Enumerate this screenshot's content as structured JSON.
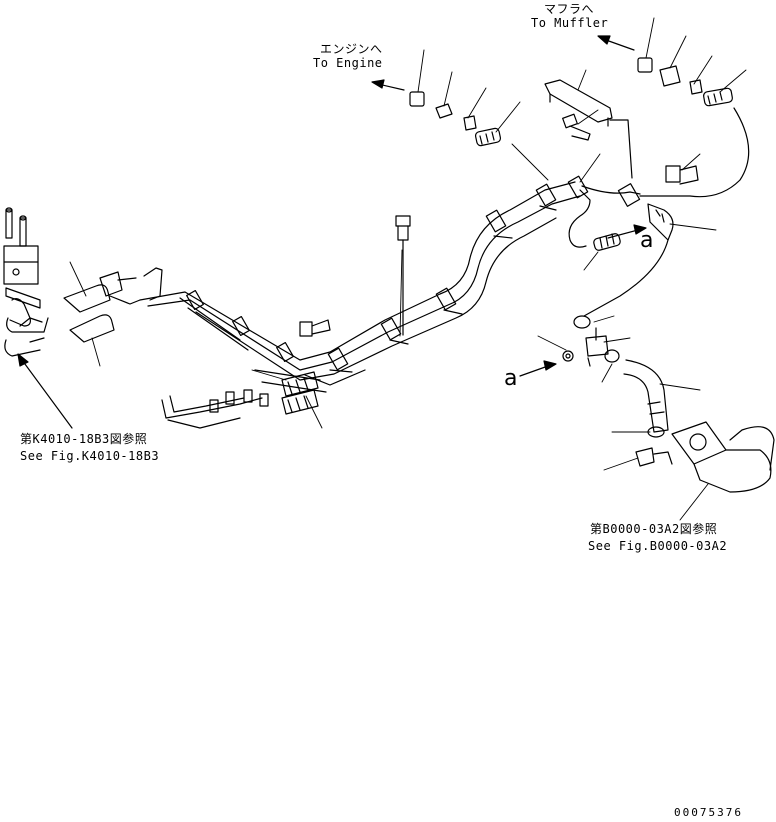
{
  "callouts": {
    "muffler_jp": "マフラへ",
    "muffler_en": "To Muffler",
    "engine_jp": "エンジンへ",
    "engine_en": "To Engine",
    "ref1_jp": "第K4010-18B3図参照",
    "ref1_en": "See Fig.K4010-18B3",
    "ref2_jp": "第B0000-03A2図参照",
    "ref2_en": "See Fig.B0000-03A2",
    "view_a_upper": "a",
    "view_a_lower": "a",
    "drawing_number": "00075376"
  }
}
